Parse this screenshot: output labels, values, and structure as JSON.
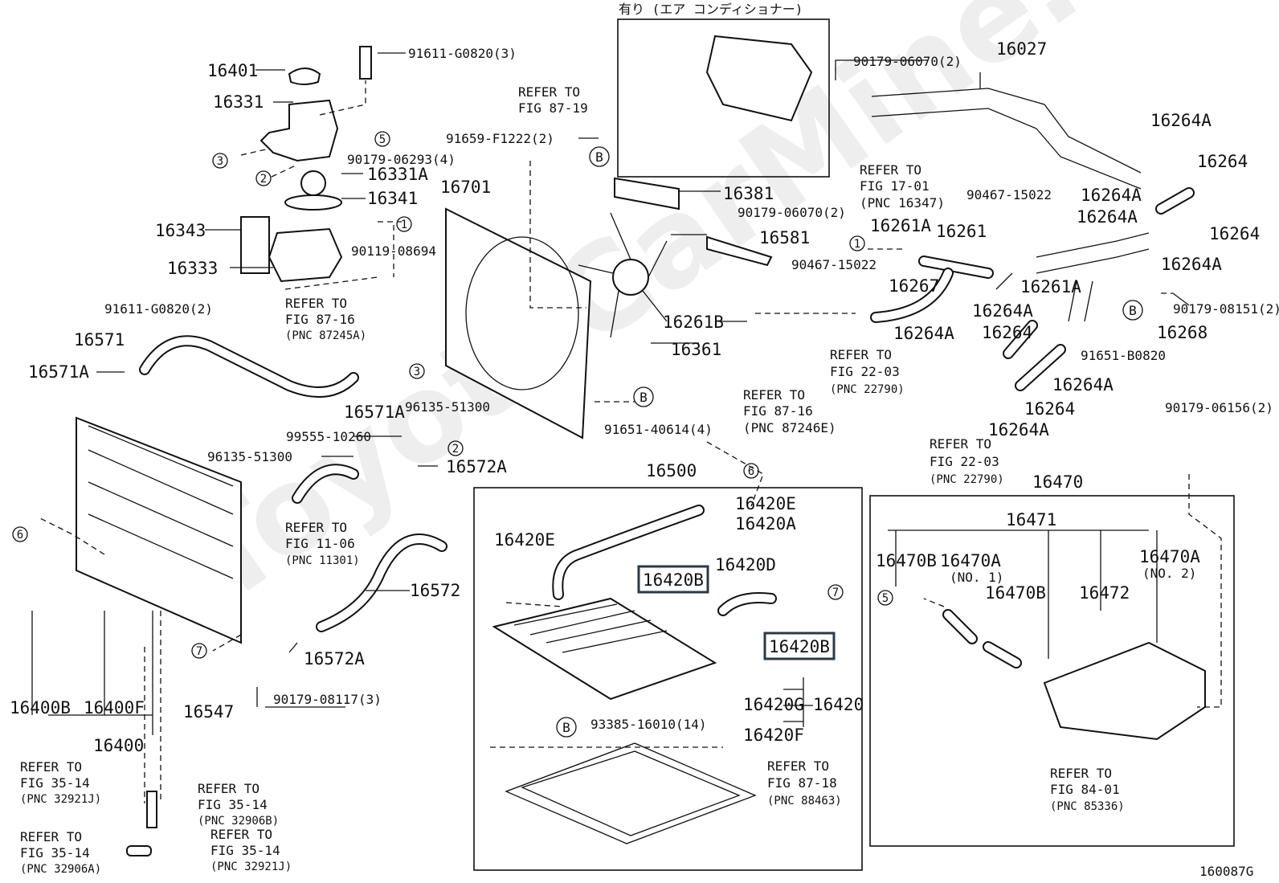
{
  "diagram": {
    "watermark": "ToyotaCarMine.ru",
    "figure_code": "160087G",
    "labels": {
      "p16401": "16401",
      "p91611_g0820_3": "91611-G0820(3)",
      "p16331": "16331",
      "p16331a": "16331A",
      "p16341": "16341",
      "p16343": "16343",
      "p90119_08694": "90119-08694",
      "p16333": "16333",
      "p91611_g0820_2": "91611-G0820(2)",
      "refer_87_16_a_1": "REFER TO",
      "refer_87_16_a_2": "FIG 87-16",
      "refer_87_16_a_3": "(PNC 87245A)",
      "p16571": "16571",
      "p16571a_left": "16571A",
      "p16571a_right": "16571A",
      "p96135_51300_a": "96135-51300",
      "p99555_10260": "99555-10260",
      "p96135_51300_b": "96135-51300",
      "p16572a_top": "16572A",
      "refer_11_06_1": "REFER TO",
      "refer_11_06_2": "FIG 11-06",
      "refer_11_06_3": "(PNC 11301)",
      "p16572": "16572",
      "p16572a_bottom": "16572A",
      "p16547": "16547",
      "p90179_08117_3": "90179-08117(3)",
      "p16400b": "16400B",
      "p16400f": "16400F",
      "p16400": "16400",
      "refer_35_14_j_1": "REFER TO",
      "refer_35_14_j_2": "FIG 35-14",
      "refer_35_14_j_3": "(PNC 32921J)",
      "refer_35_14_b_1": "REFER TO",
      "refer_35_14_b_2": "FIG 35-14",
      "refer_35_14_b_3": "(PNC 32906B)",
      "refer_35_14_a_1": "REFER TO",
      "refer_35_14_a_2": "FIG 35-14",
      "refer_35_14_a_3": "(PNC 32906A)",
      "refer_35_14_j2_1": "REFER TO",
      "refer_35_14_j2_2": "FIG 35-14",
      "refer_35_14_j2_3": "(PNC 32921J)",
      "ac_note": "有り (エア コンディショナー)",
      "refer_87_19_1": "REFER TO",
      "refer_87_19_2": "FIG 87-19",
      "p91659_f1222_2": "91659-F1222(2)",
      "p90179_06293_4": "90179-06293(4)",
      "p16701": "16701",
      "p16381": "16381",
      "p90179_06070_2_mid": "90179-06070(2)",
      "p16581": "16581",
      "p16361": "16361",
      "p16261b": "16261B",
      "p91651_40614_4": "91651-40614(4)",
      "refer_87_16_e_1": "REFER TO",
      "refer_87_16_e_2": "FIG 87-16",
      "refer_87_16_e_3": "(PNC 87246E)",
      "p90179_06070_2_top": "90179-06070(2)",
      "p16027": "16027",
      "refer_17_01_1": "REFER TO",
      "refer_17_01_2": "FIG 17-01",
      "refer_17_01_3": "(PNC 16347)",
      "p90467_15022_a": "90467-15022",
      "p16261a_top": "16261A",
      "p16261": "16261",
      "p90467_15022_b": "90467-15022",
      "p16267": "16267",
      "p16261a_right": "16261A",
      "p16264a_1": "16264A",
      "p16264_1": "16264",
      "p16264a_2": "16264A",
      "p16264a_3": "16264A",
      "p16264_2": "16264",
      "p16264a_4": "16264A",
      "p90179_08151_2": "90179-08151(2)",
      "p16264a_5": "16264A",
      "p16264_3": "16264",
      "p16268": "16268",
      "p16264a_6": "16264A",
      "p91651_b0820": "91651-B0820",
      "refer_22_03_a_1": "REFER TO",
      "refer_22_03_a_2": "FIG 22-03",
      "refer_22_03_a_3": "(PNC 22790)",
      "p16264a_7": "16264A",
      "p16264_4": "16264",
      "p16264a_8": "16264A",
      "refer_22_03_b_1": "REFER TO",
      "refer_22_03_b_2": "FIG 22-03",
      "refer_22_03_b_3": "(PNC 22790)",
      "p90179_06156_2": "90179-06156(2)",
      "p16500": "16500",
      "p16420e_top": "16420E",
      "p16420a": "16420A",
      "p16420e_left": "16420E",
      "p16420b_a": "16420B",
      "p16420d": "16420D",
      "p16420b_b": "16420B",
      "p16420g": "16420G",
      "p16420": "16420",
      "p93385_16010_14": "93385-16010(14)",
      "p16420f": "16420F",
      "refer_87_18_1": "REFER TO",
      "refer_87_18_2": "FIG 87-18",
      "refer_87_18_3": "(PNC 88463)",
      "p16470": "16470",
      "p16471": "16471",
      "p16470b_left": "16470B",
      "p16470a_no1": "16470A",
      "no1": "(NO. 1)",
      "p16470a_no2": "16470A",
      "no2": "(NO. 2)",
      "p16470b_mid": "16470B",
      "p16472": "16472",
      "refer_84_01_1": "REFER TO",
      "refer_84_01_2": "FIG 84-01",
      "refer_84_01_3": "(PNC 85336)",
      "m1": "1",
      "m2": "2",
      "m3": "3",
      "m5": "5",
      "m6": "6",
      "m7": "7",
      "mB": "B"
    }
  }
}
